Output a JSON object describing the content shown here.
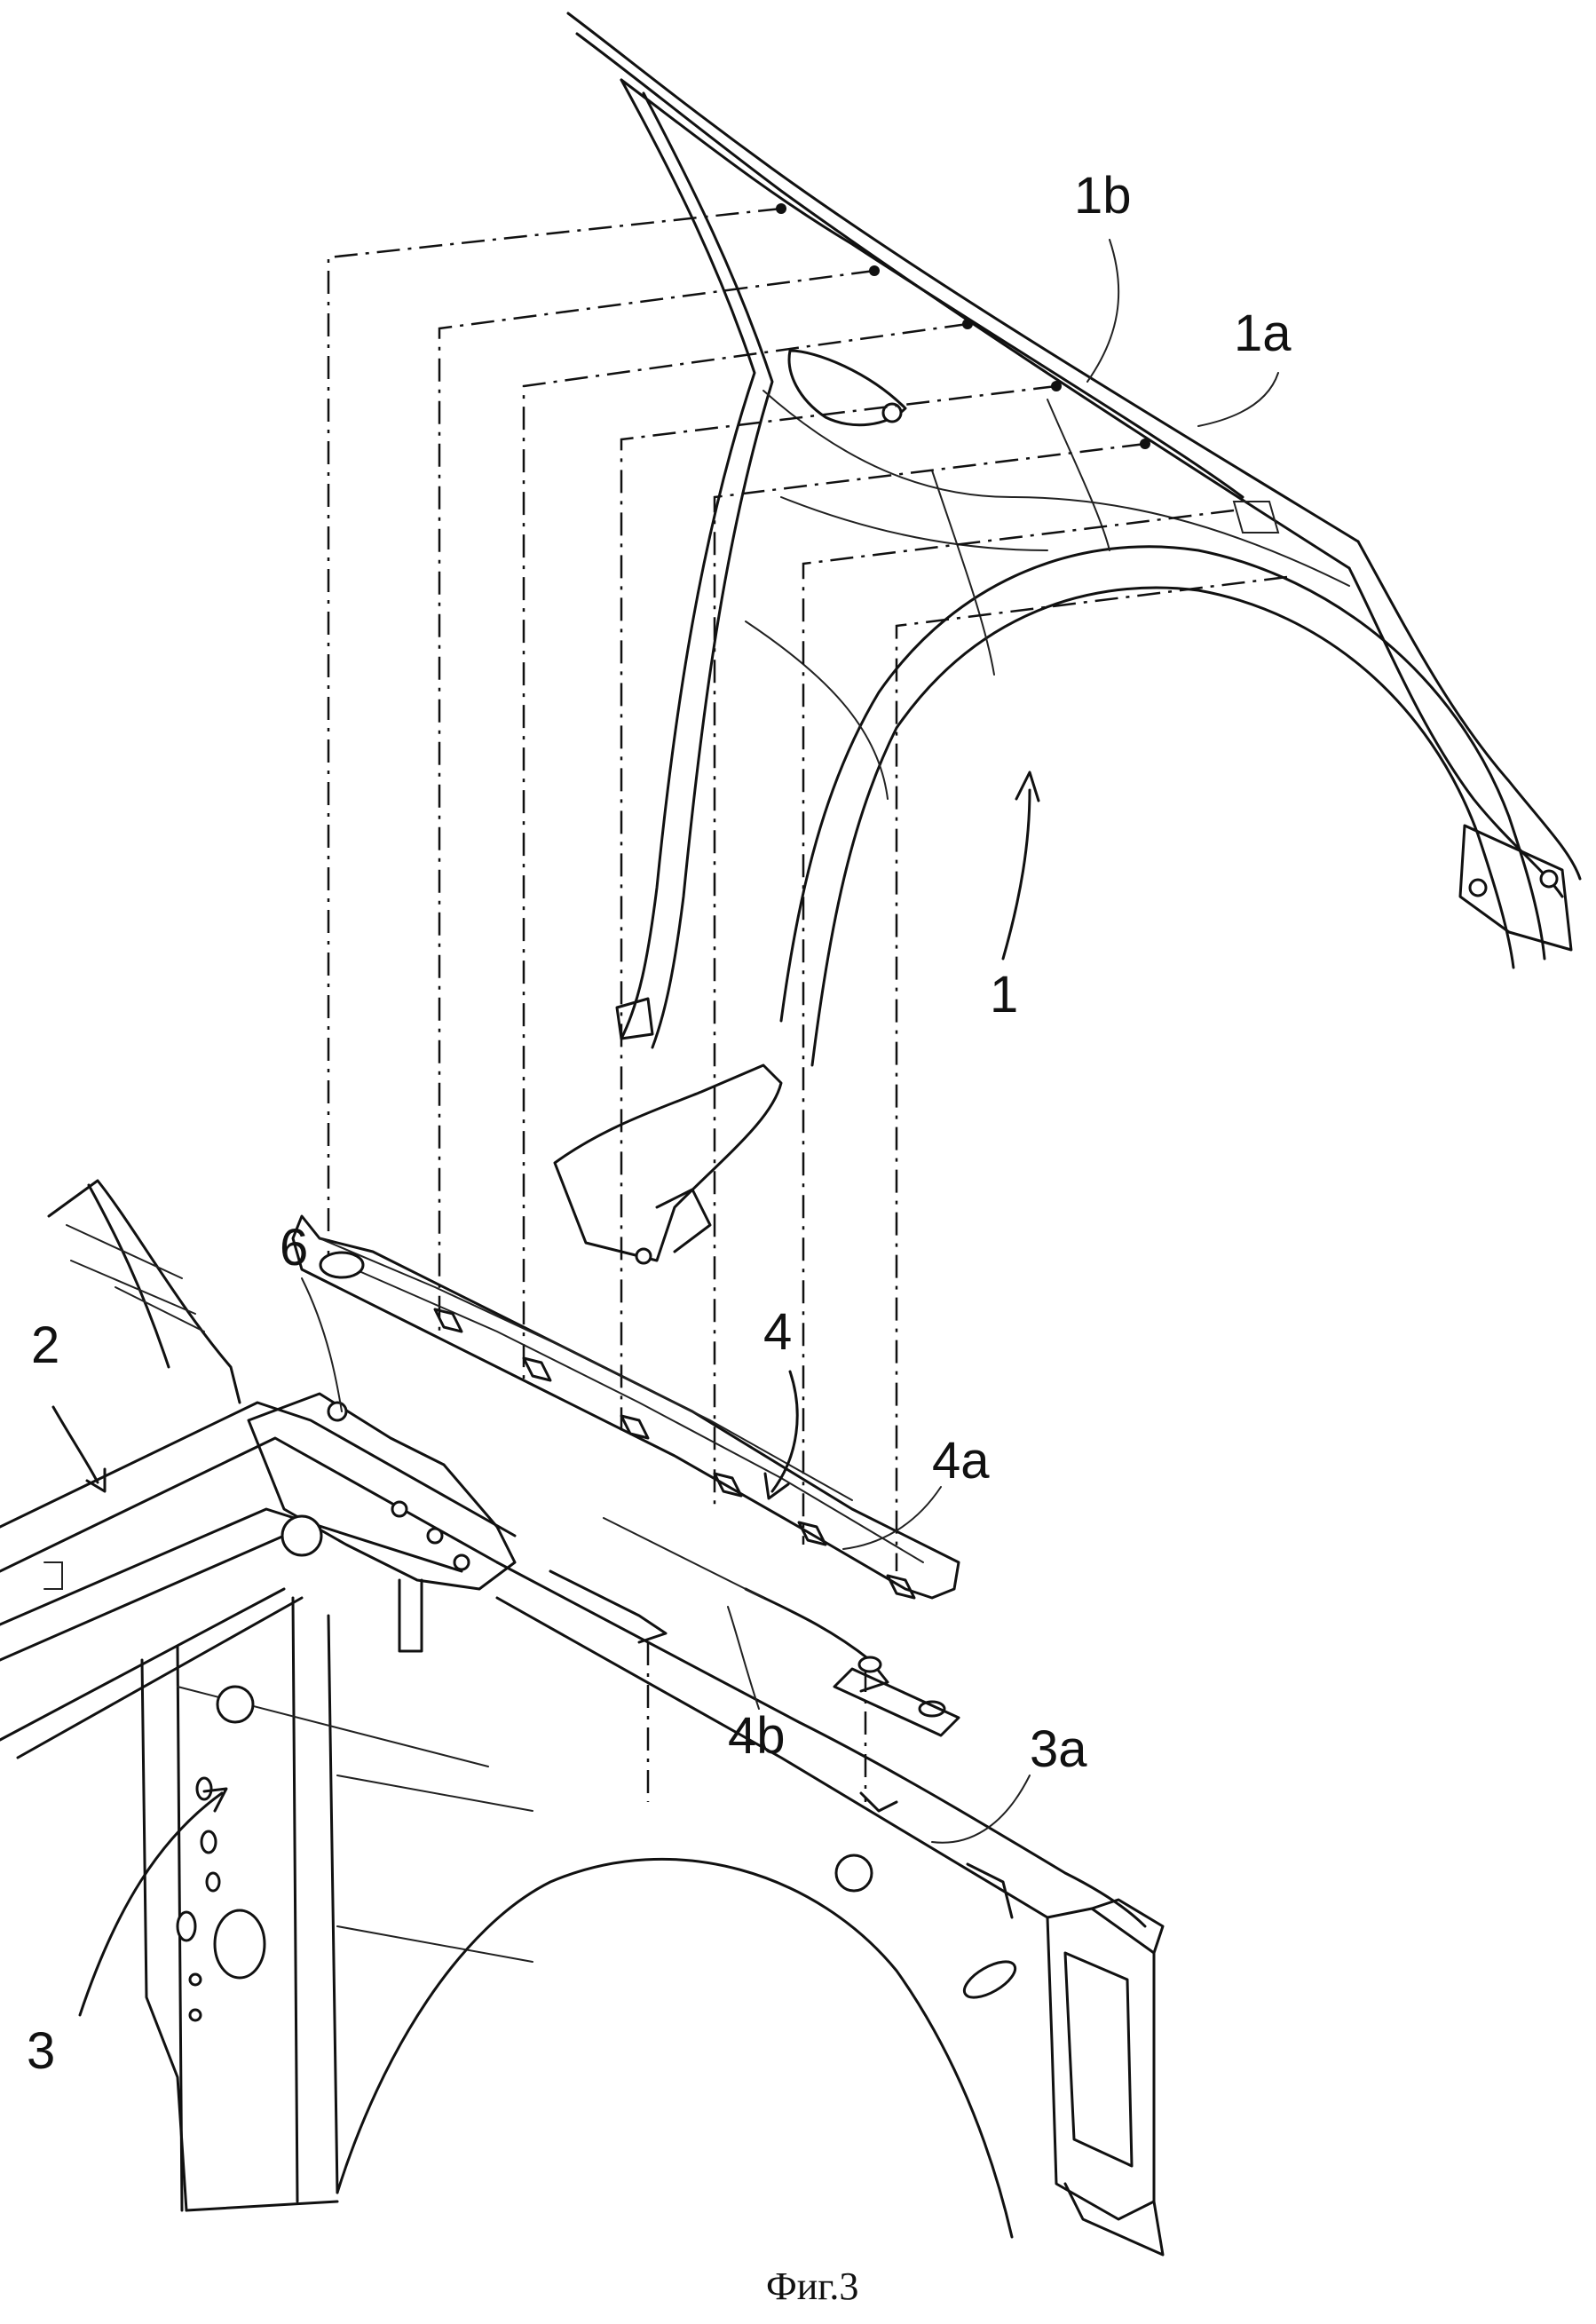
{
  "labels": {
    "l1": "1",
    "l1a": "1a",
    "l1b": "1b",
    "l2": "2",
    "l3": "3",
    "l3a": "3a",
    "l4": "4",
    "l4a": "4a",
    "l4b": "4b",
    "l6": "6"
  },
  "caption": "Фиг.3"
}
